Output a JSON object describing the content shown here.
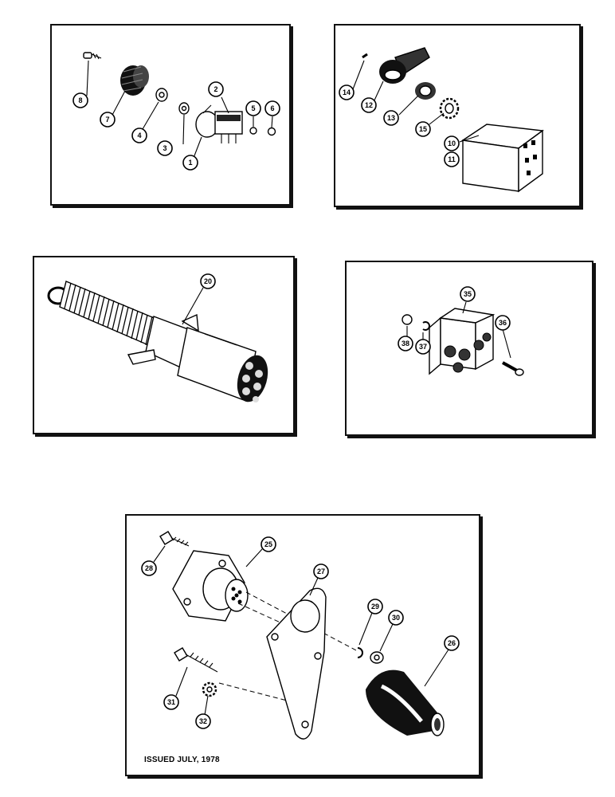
{
  "panels": [
    {
      "callouts": [
        "1",
        "2",
        "3",
        "4",
        "5",
        "6",
        "7",
        "8"
      ]
    },
    {
      "callouts": [
        "10",
        "11",
        "12",
        "13",
        "14",
        "15"
      ]
    },
    {
      "callouts": [
        "20"
      ]
    },
    {
      "callouts": [
        "35",
        "36",
        "37",
        "38"
      ]
    },
    {
      "callouts": [
        "25",
        "26",
        "27",
        "28",
        "29",
        "30",
        "31",
        "32"
      ]
    }
  ],
  "footer": {
    "issued": "ISSUED JULY, 1978"
  }
}
